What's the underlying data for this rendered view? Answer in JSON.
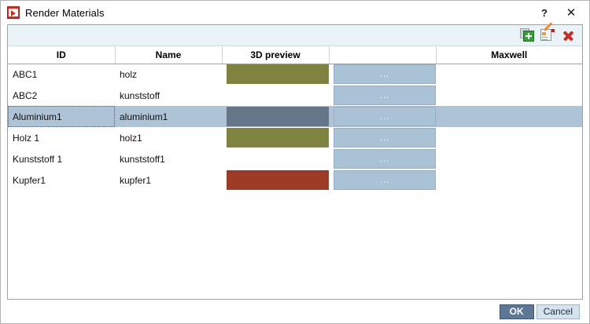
{
  "window": {
    "title": "Render Materials",
    "icon": "app-render-icon",
    "help_label": "?",
    "close_label": "✕"
  },
  "toolbar": {
    "icons": [
      {
        "name": "add-material-icon",
        "tooltip": "Add"
      },
      {
        "name": "edit-material-icon",
        "tooltip": "Edit"
      },
      {
        "name": "delete-material-icon",
        "tooltip": "Delete"
      }
    ]
  },
  "table": {
    "columns": [
      {
        "key": "id",
        "label": "ID"
      },
      {
        "key": "name",
        "label": "Name"
      },
      {
        "key": "preview",
        "label": "3D preview"
      },
      {
        "key": "action",
        "label": ""
      },
      {
        "key": "maxwell",
        "label": "Maxwell"
      }
    ],
    "action_label": "...",
    "rows": [
      {
        "id": "ABC1",
        "name": "holz",
        "preview_color": "#80823f",
        "has_preview": true,
        "has_action": true,
        "maxwell": "",
        "selected": false
      },
      {
        "id": "ABC2",
        "name": "kunststoff",
        "preview_color": "",
        "has_preview": false,
        "has_action": true,
        "maxwell": "",
        "selected": false
      },
      {
        "id": "Aluminium1",
        "name": "aluminium1",
        "preview_color": "#637586",
        "has_preview": true,
        "has_action": true,
        "maxwell": "",
        "selected": true
      },
      {
        "id": "Holz 1",
        "name": "holz1",
        "preview_color": "#80823f",
        "has_preview": true,
        "has_action": true,
        "maxwell": "",
        "selected": false
      },
      {
        "id": "Kunststoff 1",
        "name": "kunststoff1",
        "preview_color": "",
        "has_preview": false,
        "has_action": true,
        "maxwell": "",
        "selected": false
      },
      {
        "id": "Kupfer1",
        "name": "kupfer1",
        "preview_color": "#9e3b26",
        "has_preview": true,
        "has_action": true,
        "maxwell": "",
        "selected": false
      }
    ]
  },
  "footer": {
    "ok_label": "OK",
    "cancel_label": "Cancel"
  },
  "colors": {
    "selection": "#aec4d6",
    "action_button": "#a9c2d6",
    "toolbar_bg": "#e9f3f8",
    "ok_button": "#5d7894",
    "cancel_button": "#d6e2ec",
    "accent_red": "#d52b1e",
    "accent_green": "#35a035"
  }
}
